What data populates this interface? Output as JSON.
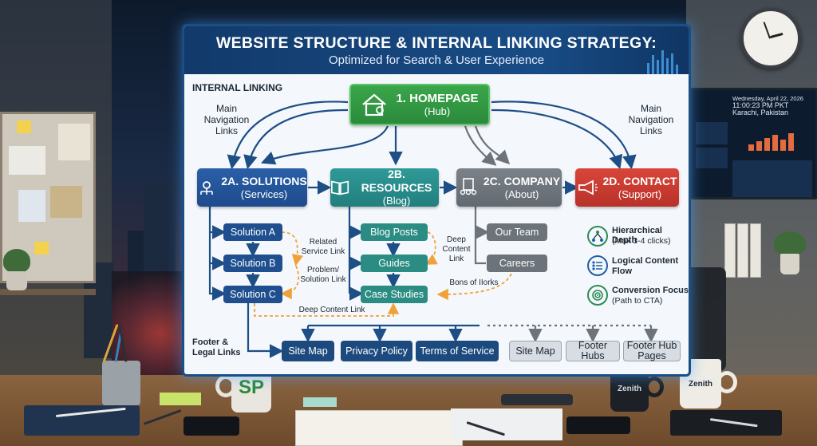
{
  "board": {
    "title": "WEBSITE STRUCTURE & INTERNAL LINKING STRATEGY:",
    "subtitle": "Optimized for Search & User Experience"
  },
  "labels": {
    "internal_linking": "INTERNAL LINKING",
    "main_nav_left": [
      "Main",
      "Navigation",
      "Links"
    ],
    "main_nav_right": [
      "Main",
      "Navigation",
      "Links"
    ],
    "footer_legal": [
      "Footer &",
      "Legal Links"
    ],
    "related_service": [
      "Related",
      "Service Link"
    ],
    "problem_solution": [
      "Problem/",
      "Solution Link"
    ],
    "deep_content_link_small": [
      "Deep",
      "Content",
      "Link"
    ],
    "bons_of_iiorks": "Bons of IIorks",
    "deep_content_link": "Deep Content Link"
  },
  "homepage": {
    "title": "1. HOMEPAGE",
    "sub": "(Hub)"
  },
  "sections": [
    {
      "title": "2A. SOLUTIONS",
      "sub": "(Services)"
    },
    {
      "title": "2B. RESOURCES",
      "sub": "(Blog)"
    },
    {
      "title": "2C. COMPANY",
      "sub": "(About)"
    },
    {
      "title": "2D. CONTACT",
      "sub": "(Support)"
    }
  ],
  "solutions_children": [
    "Solution A",
    "Solution B",
    "Solution C"
  ],
  "resources_children": [
    "Blog Posts",
    "Guides",
    "Case Studies"
  ],
  "company_children": [
    "Our Team",
    "Careers"
  ],
  "legend": [
    {
      "title": "Hierarchical Depth",
      "sub": "(Max 3-4 clicks)",
      "icon": "hierarchy-icon",
      "color": "#2e8b57"
    },
    {
      "title": "Logical Content",
      "sub": "Flow",
      "icon": "flow-icon",
      "color": "#1f5fa8"
    },
    {
      "title": "Conversion Focus",
      "sub": "(Path to CTA)",
      "icon": "target-icon",
      "color": "#2e8b57"
    }
  ],
  "footer_links_dark": [
    "Site Map",
    "Privacy Policy",
    "Terms of Service"
  ],
  "footer_links_light": [
    "Site Map",
    "Footer Hubs",
    "Footer Hub Pages"
  ],
  "monitor": {
    "date": "Wednesday, April 22, 2026",
    "time": "11:00:23 PM PKT",
    "location": "Karachi, Pakistan"
  },
  "mugs": {
    "left": "SP",
    "mid": "Zenith",
    "right": "Zenith"
  },
  "colors": {
    "homepage": "#2b8a3b",
    "solutions": "#1e4b8c",
    "resources": "#227f7e",
    "company": "#626971",
    "contact": "#b83229",
    "dashed_link": "#f0a23a"
  }
}
